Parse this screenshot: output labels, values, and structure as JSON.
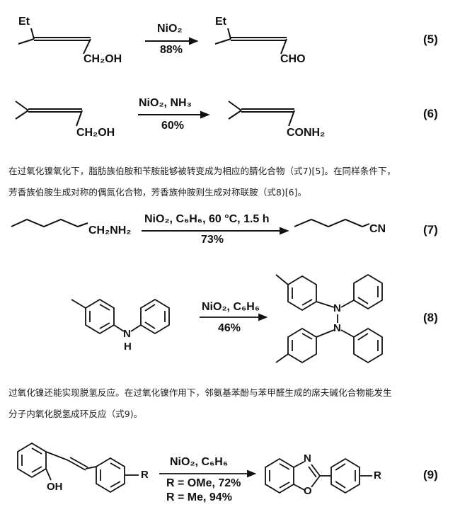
{
  "scheme5": {
    "substituent": "Et",
    "reactant_group": "CH₂OH",
    "reagent": "NiO₂",
    "yield": "88%",
    "product_substituent": "Et",
    "product_group": "CHO",
    "label": "(5)"
  },
  "scheme6": {
    "reactant_group": "CH₂OH",
    "reagent": "NiO₂,  NH₃",
    "yield": "60%",
    "product_group": "CONH₂",
    "label": "(6)"
  },
  "paragraph1": {
    "line1": "在过氧化镍氧化下，脂肪族伯胺和苄胺能够被转变成为相应的腈化合物（式7)[5]。在同样条件下，",
    "line2": "芳香族伯胺生成对称的偶氮化合物，芳香族仲胺则生成对称联胺（式8)[6]。"
  },
  "scheme7": {
    "reactant_group": "CH₂NH₂",
    "reagent": "NiO₂, C₆H₆, 60 °C, 1.5 h",
    "yield": "73%",
    "product_group": "CN",
    "label": "(7)"
  },
  "scheme8": {
    "reactant_nh": "N",
    "reactant_h": "H",
    "reagent": "NiO₂, C₆H₆",
    "yield": "46%",
    "product_n1": "N",
    "product_n2": "N",
    "label": "(8)"
  },
  "paragraph2": {
    "line1": "过氧化镍还能实现脱氢反应。在过氧化镍作用下，邻氨基苯酚与苯甲醛生成的席夫碱化合物能发生",
    "line2": "分子内氧化脱氢成环反应（式9)。"
  },
  "scheme9": {
    "reactant_oh": "OH",
    "reactant_r": "R",
    "reagent": "NiO₂, C₆H₆",
    "condition1": "R = OMe, 72%",
    "condition2": "R = Me, 94%",
    "product_n": "N",
    "product_o": "O",
    "product_r": "R",
    "label": "(9)"
  }
}
